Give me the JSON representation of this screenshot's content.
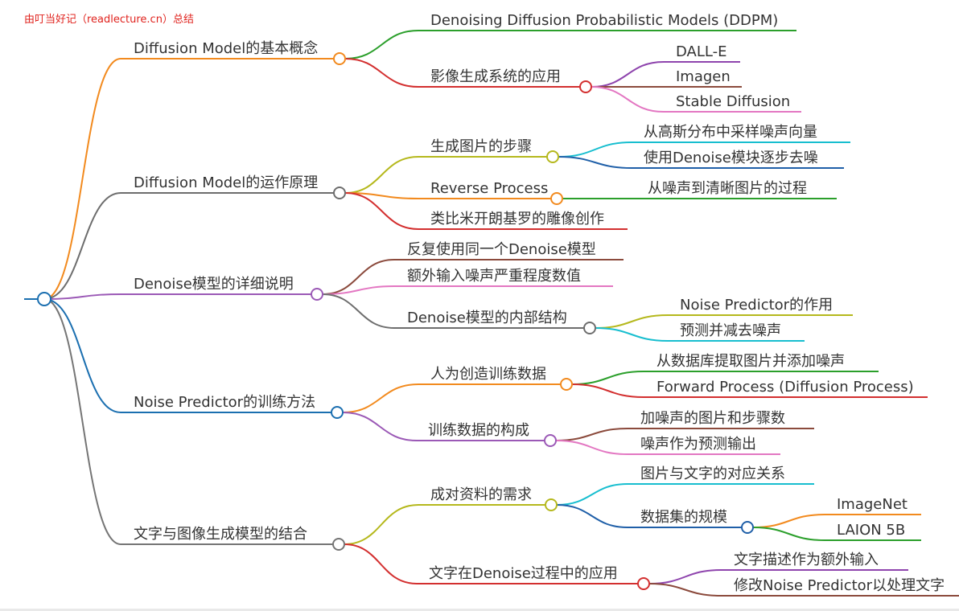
{
  "watermark": "由叮当好记（readlecture.cn）总结",
  "colors": {
    "orange": "#f28a1e",
    "gray": "#757575",
    "purple": "#9b59b6",
    "blue": "#1b6fb0",
    "darkgray": "#6d6d6d",
    "green": "#2b9f2b",
    "red": "#d32f2f",
    "violet": "#8e44ad",
    "brown": "#8b4a3c",
    "pink": "#e377c2",
    "olive": "#b5b81c",
    "cyan": "#17becf",
    "dkblue": "#1f5fa8"
  },
  "root": {
    "label": ""
  },
  "branches": [
    {
      "label": "Diffusion Model的基本概念",
      "children": [
        {
          "label": "Denoising Diffusion Probabilistic Models (DDPM)"
        },
        {
          "label": "影像生成系统的应用",
          "children": [
            {
              "label": "DALL-E"
            },
            {
              "label": "Imagen"
            },
            {
              "label": "Stable Diffusion"
            }
          ]
        }
      ]
    },
    {
      "label": "Diffusion Model的运作原理",
      "children": [
        {
          "label": "生成图片的步骤",
          "children": [
            {
              "label": "从高斯分布中采样噪声向量"
            },
            {
              "label": "使用Denoise模块逐步去噪"
            }
          ]
        },
        {
          "label": "Reverse Process",
          "children": [
            {
              "label": "从噪声到清晰图片的过程"
            }
          ]
        },
        {
          "label": "类比米开朗基罗的雕像创作"
        }
      ]
    },
    {
      "label": "Denoise模型的详细说明",
      "children": [
        {
          "label": "反复使用同一个Denoise模型"
        },
        {
          "label": "额外输入噪声严重程度数值"
        },
        {
          "label": "Denoise模型的内部结构",
          "children": [
            {
              "label": "Noise Predictor的作用"
            },
            {
              "label": "预测并减去噪声"
            }
          ]
        }
      ]
    },
    {
      "label": "Noise Predictor的训练方法",
      "children": [
        {
          "label": "人为创造训练数据",
          "children": [
            {
              "label": "从数据库提取图片并添加噪声"
            },
            {
              "label": "Forward Process (Diffusion Process)"
            }
          ]
        },
        {
          "label": "训练数据的构成",
          "children": [
            {
              "label": "加噪声的图片和步骤数"
            },
            {
              "label": "噪声作为预测输出"
            }
          ]
        }
      ]
    },
    {
      "label": "文字与图像生成模型的结合",
      "children": [
        {
          "label": "成对资料的需求",
          "children": [
            {
              "label": "图片与文字的对应关系"
            },
            {
              "label": "数据集的规模",
              "children": [
                {
                  "label": "ImageNet"
                },
                {
                  "label": "LAION 5B"
                }
              ]
            }
          ]
        },
        {
          "label": "文字在Denoise过程中的应用",
          "children": [
            {
              "label": "文字描述作为额外输入"
            },
            {
              "label": "修改Noise Predictor以处理文字"
            }
          ]
        }
      ]
    }
  ]
}
